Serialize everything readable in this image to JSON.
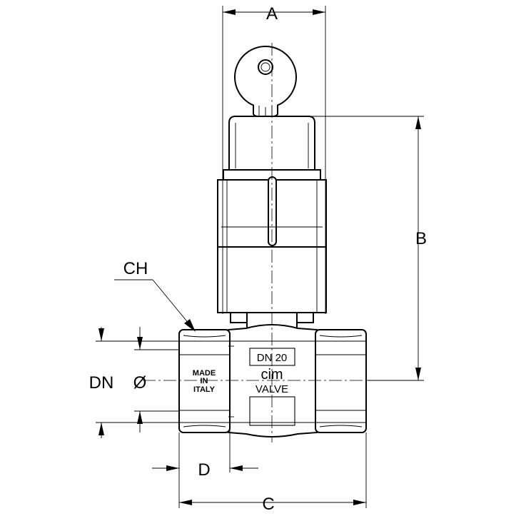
{
  "dimensions": {
    "a": "A",
    "b": "B",
    "c": "C",
    "d": "D",
    "ch": "CH",
    "dn": "DN",
    "diameter": "Ø"
  },
  "body_markings": {
    "dn_size": "DN  20",
    "brand": "cim",
    "valve": "VALVE",
    "made_in_1": "MADE",
    "made_in_2": "IN",
    "made_in_3": "ITALY"
  },
  "icons": {
    "key": "key-icon",
    "arrow": "arrowhead-icon"
  }
}
